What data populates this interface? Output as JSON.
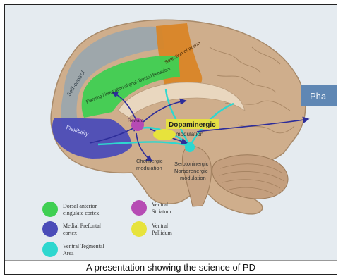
{
  "slide": {
    "regions": {
      "self_control": "Self-control",
      "planning": "Planning / integration of goal-directed behaviors",
      "selection": "Selection of action",
      "flexibility": "Flexibility",
      "reward": "Reward",
      "dopaminergic": "Dopaminergic",
      "dopaminergic_sub": "modulation",
      "cholinergic": "Cholinergic",
      "cholinergic_sub": "modulation",
      "serotoninergic": "Serotoninergic",
      "noradrenergic": "Noradrenergic",
      "noradrenergic_sub": "modulation",
      "pha": "Pha"
    },
    "legend": [
      {
        "label_1": "Dorsal anterior",
        "label_2": "cingulate cortex",
        "color": "#3fcf52"
      },
      {
        "label_1": "Medial Prefontal",
        "label_2": "cortex",
        "color": "#4b4cb8"
      },
      {
        "label_1": "Ventral Tegmental",
        "label_2": "Area",
        "color": "#2ed7cf"
      },
      {
        "label_1": "Ventral",
        "label_2": "Striatum",
        "color": "#b64bb4"
      },
      {
        "label_1": "Ventral",
        "label_2": "Pallidum",
        "color": "#e7e33c"
      }
    ]
  },
  "caption": "A presentation showing the science of PD"
}
